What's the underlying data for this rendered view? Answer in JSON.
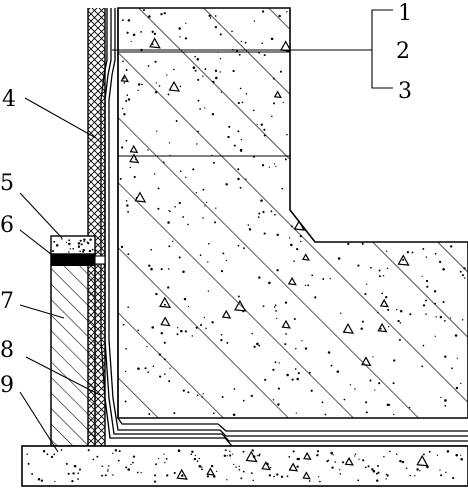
{
  "labels": {
    "l1": "1",
    "l2": "2",
    "l3": "3",
    "l4": "4",
    "l5": "5",
    "l6": "6",
    "l7": "7",
    "l8": "8",
    "l9": "9"
  },
  "colors": {
    "ink": "#000000",
    "paper": "#ffffff"
  }
}
